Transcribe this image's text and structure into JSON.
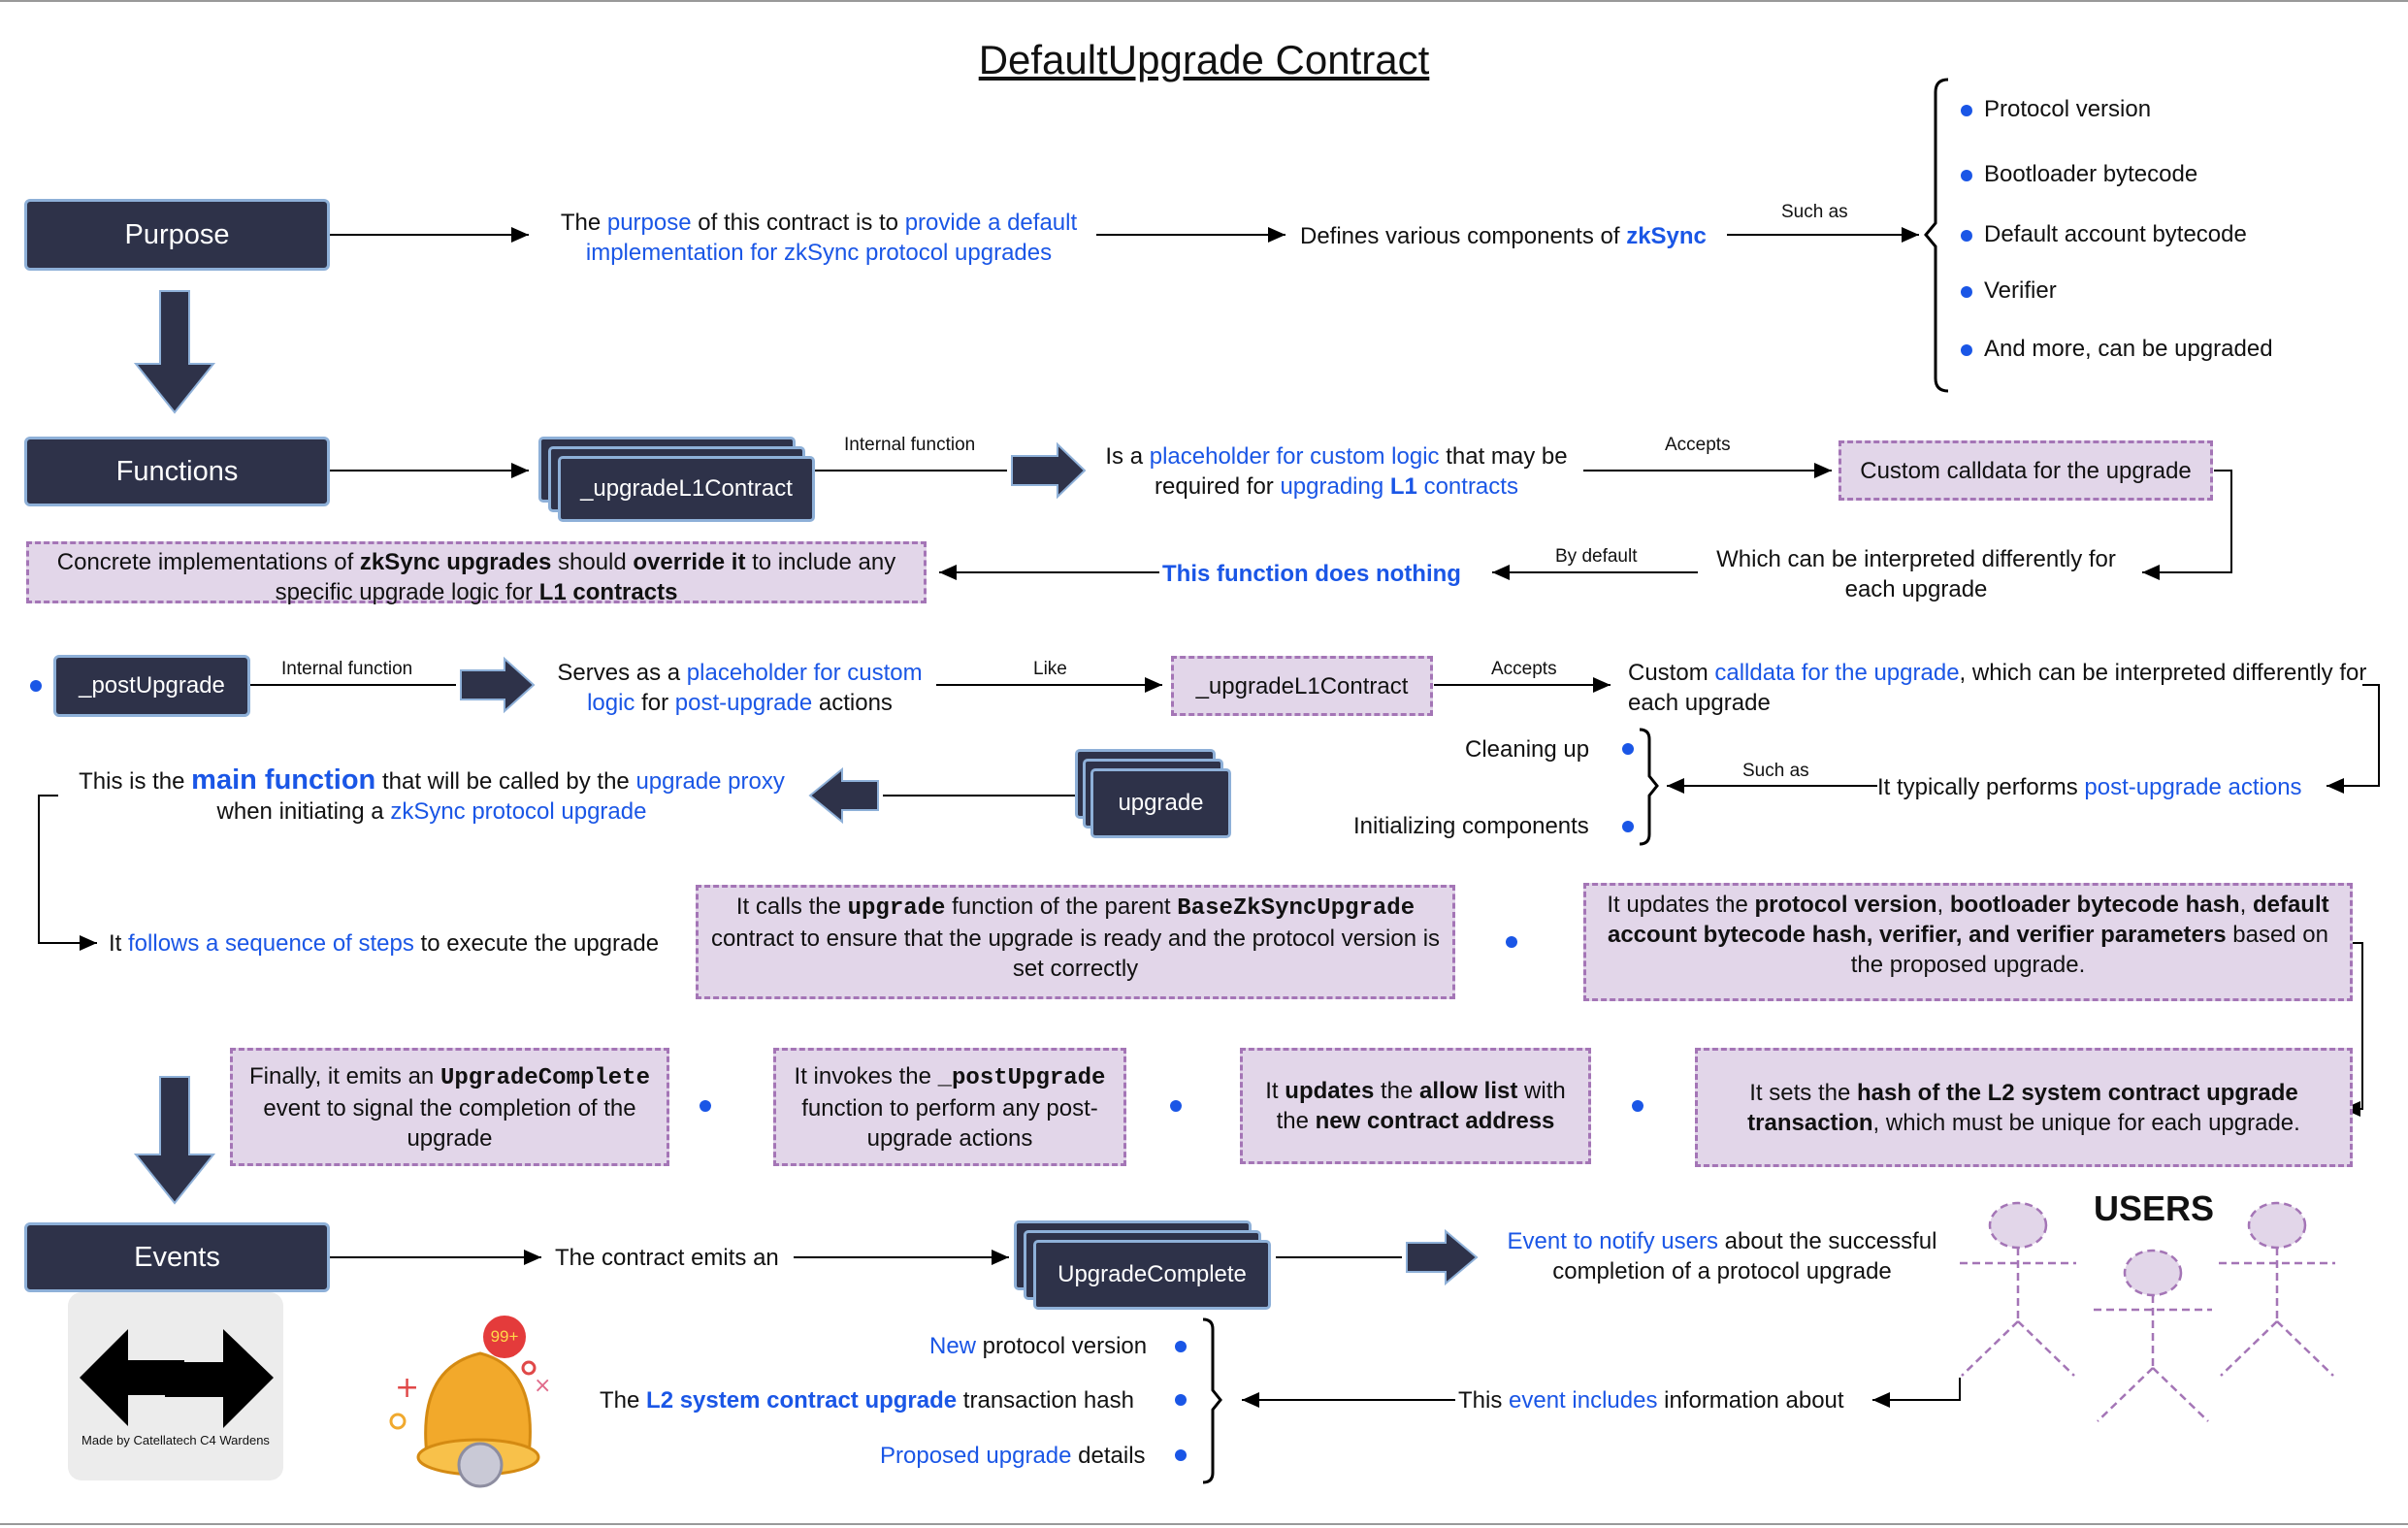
{
  "title": "DefaultUpgrade Contract",
  "sections": {
    "purpose": "Purpose",
    "functions": "Functions",
    "events": "Events"
  },
  "purpose_row": {
    "desc_pre": "The ",
    "desc_purpose": "purpose",
    "desc_mid": " of this contract is to ",
    "desc_link": "provide a default implementation for zkSync protocol upgrades",
    "defines_pre": "Defines various components of ",
    "defines_zk": "zkSync",
    "such_as": "Such as",
    "components": [
      "Protocol version",
      "Bootloader bytecode",
      "Default account bytecode",
      "Verifier",
      "And more, can be upgraded"
    ]
  },
  "functions_row": {
    "fn1": "_upgradeL1Contract",
    "internal_function": "Internal function",
    "is_a": "Is a ",
    "placeholder": "placeholder for custom logic",
    "may_be": " that may be required for ",
    "upgrading": "upgrading ",
    "l1": "L1",
    "contracts": " contracts",
    "accepts": "Accepts",
    "calldata_box": "Custom calldata for the upgrade",
    "interpreted": "Which can be interpreted differently for each upgrade",
    "by_default": "By default",
    "does_nothing": "This function does nothing",
    "concrete_pre": "Concrete implementations of ",
    "concrete_zk": "zkSync upgrades",
    "concrete_mid": " should ",
    "concrete_override": "override it",
    "concrete_post": " to include any specific upgrade logic for ",
    "concrete_l1": "L1 contracts"
  },
  "post_row": {
    "fn": "_postUpgrade",
    "internal_function": "Internal function",
    "serves_pre": "Serves as a ",
    "serves_ph": "placeholder for custom logic",
    "serves_for": " for ",
    "serves_post": "post-upgrade",
    "serves_actions": " actions",
    "like": "Like",
    "like_box": "_upgradeL1Contract",
    "accepts": "Accepts",
    "custom_pre": "Custom ",
    "custom_link": "calldata for the upgrade",
    "custom_post": ", which can be interpreted differently for each upgrade",
    "typ_pre": "It typically performs ",
    "typ_link": "post-upgrade actions",
    "such_as": "Such as",
    "cleaning": "Cleaning up",
    "initializing": "Initializing components"
  },
  "upgrade_row": {
    "fn": "upgrade",
    "main_pre": "This is the ",
    "main_fn": "main function",
    "main_mid": " that will be called by the ",
    "main_proxy": "upgrade proxy",
    "main_when": " when initiating a ",
    "main_zk": "zkSync protocol upgrade",
    "follows_pre": "It ",
    "follows_link": "follows a sequence of steps",
    "follows_post": " to execute the upgrade"
  },
  "steps": {
    "s1_pre": "It calls the ",
    "s1_code": "upgrade",
    "s1_mid": " function of the parent ",
    "s1_parent": "BaseZkSyncUpgrade",
    "s1_post": " contract to ensure that the upgrade is ready and the protocol version is set correctly",
    "s2_pre": "It updates the ",
    "s2_bold": "protocol version",
    "s2_c1": ", ",
    "s2_bold2": "bootloader bytecode hash",
    "s2_c2": ", ",
    "s2_bold3": "default account bytecode hash, verifier, and verifier parameters",
    "s2_post": " based on the proposed upgrade.",
    "s3_pre": "It sets the ",
    "s3_bold": "hash of the L2 system contract upgrade transaction",
    "s3_post": ", which must be unique for each upgrade.",
    "s4_pre": "It ",
    "s4_b1": "updates",
    "s4_mid": " the ",
    "s4_b2": "allow list",
    "s4_with": " with the ",
    "s4_b3": "new contract address",
    "s5_pre": "It invokes the ",
    "s5_code": "_postUpgrade",
    "s5_post": " function to perform any post-upgrade actions",
    "s6_pre": "Finally, it emits an ",
    "s6_code": "UpgradeComplete",
    "s6_post": " event to signal the completion of the upgrade"
  },
  "events_row": {
    "emits": "The contract emits an",
    "event": "UpgradeComplete",
    "notify_link": "Event to notify users",
    "notify_post": " about the successful completion of a protocol upgrade",
    "users": "USERS",
    "includes_pre": "This ",
    "includes_link": "event includes",
    "includes_post": " information about",
    "info1_link": "New",
    "info1_post": " protocol version",
    "info2_pre": "The ",
    "info2_link": "L2 system contract upgrade",
    "info2_post": " transaction hash",
    "info3_link": "Proposed upgrade",
    "info3_post": " details",
    "bell_badge": "99+",
    "logo_caption": "Made by Catellatech C4 Wardens"
  },
  "colors": {
    "navy": "#2e3249",
    "link_blue": "#1a56e6",
    "purple_fill": "#e2d6e9",
    "purple_border": "#a475b6"
  }
}
